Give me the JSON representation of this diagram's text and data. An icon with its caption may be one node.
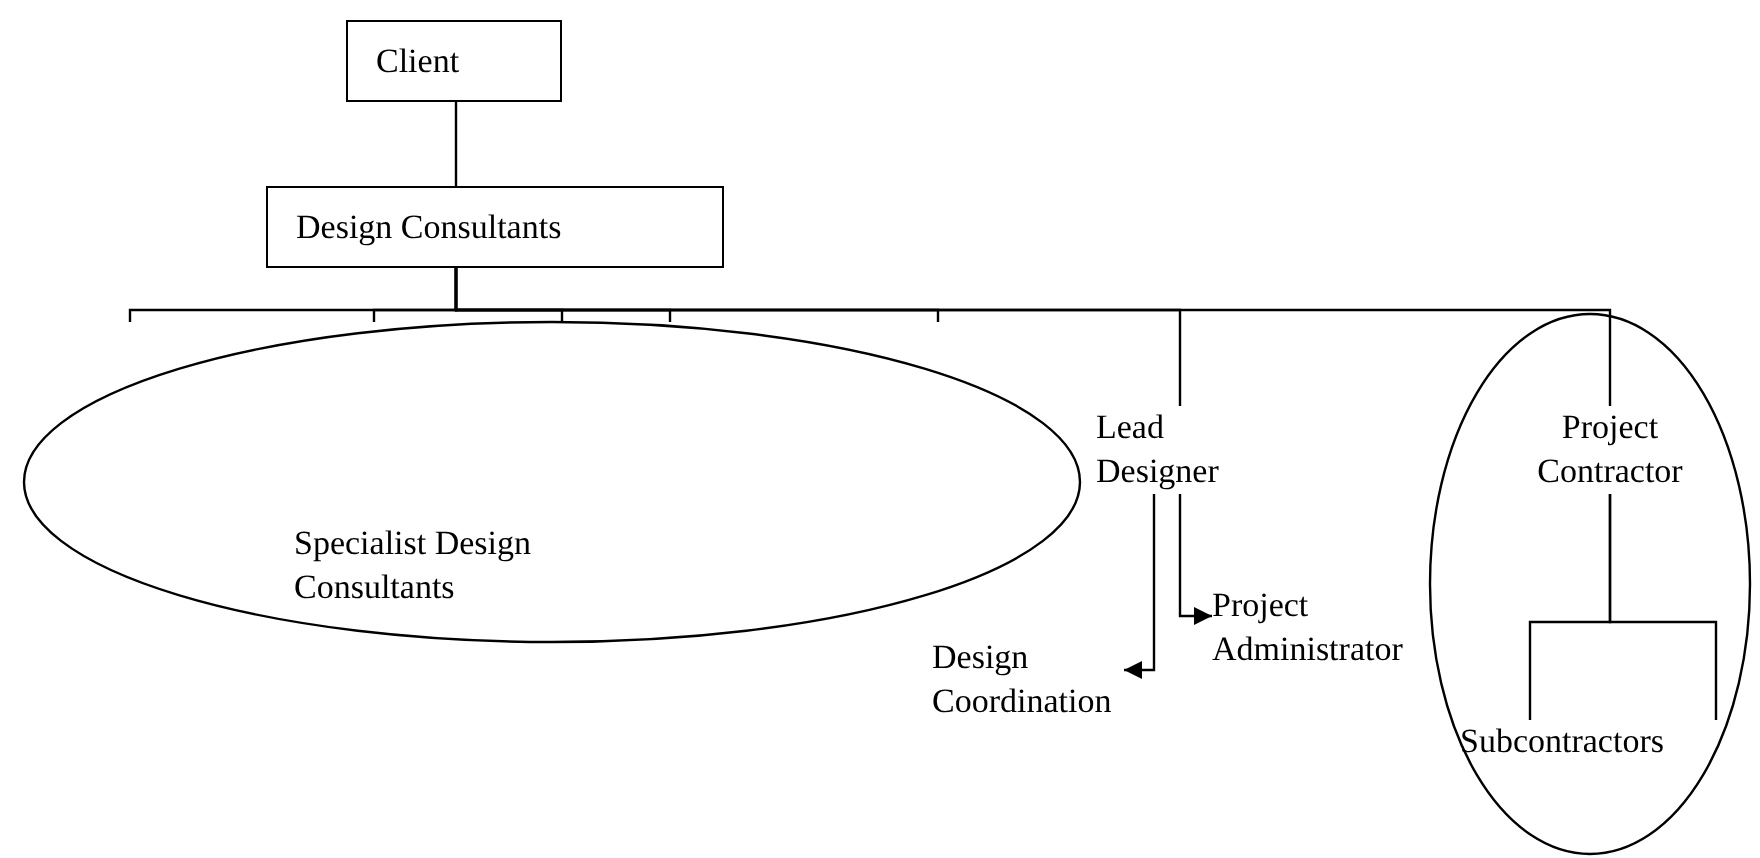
{
  "diagram": {
    "nodes": [
      {
        "text": [
          "Client"
        ]
      },
      {
        "text": [
          "Design Consultants"
        ]
      },
      {
        "text": [
          "Specialist Design Consultants"
        ]
      },
      {
        "text": [
          "Lead Designer"
        ]
      },
      {
        "text": [],
        "shape": "ellipse"
      },
      {
        "text": [
          "Project Contractor"
        ],
        "in": 4
      },
      {
        "text": [
          "Subcontractors"
        ],
        "in": 4
      },
      {
        "text": [
          "Design Coordination"
        ]
      },
      {
        "text": [
          "Project Administrator"
        ]
      }
    ],
    "edges": [
      {
        "from": 0,
        "to": 1,
        "arrow": "none"
      },
      {
        "from": 1,
        "to": 2,
        "arrow": "none"
      },
      {
        "from": 1,
        "to": 2,
        "arrow": "none"
      },
      {
        "from": 1,
        "to": 2,
        "arrow": "none"
      },
      {
        "from": 1,
        "to": 2,
        "arrow": "none"
      },
      {
        "from": 1,
        "to": 2,
        "arrow": "none"
      },
      {
        "from": 1,
        "to": 3,
        "arrow": "none"
      },
      {
        "from": 1,
        "to": 5,
        "arrow": "none"
      },
      {
        "from": 3,
        "to": 7,
        "arrow": "to"
      },
      {
        "from": 3,
        "to": 8,
        "arrow": "to"
      },
      {
        "from": 5,
        "to": 6,
        "arrow": "none"
      },
      {
        "from": 5,
        "to": 6,
        "arrow": "none"
      }
    ]
  }
}
